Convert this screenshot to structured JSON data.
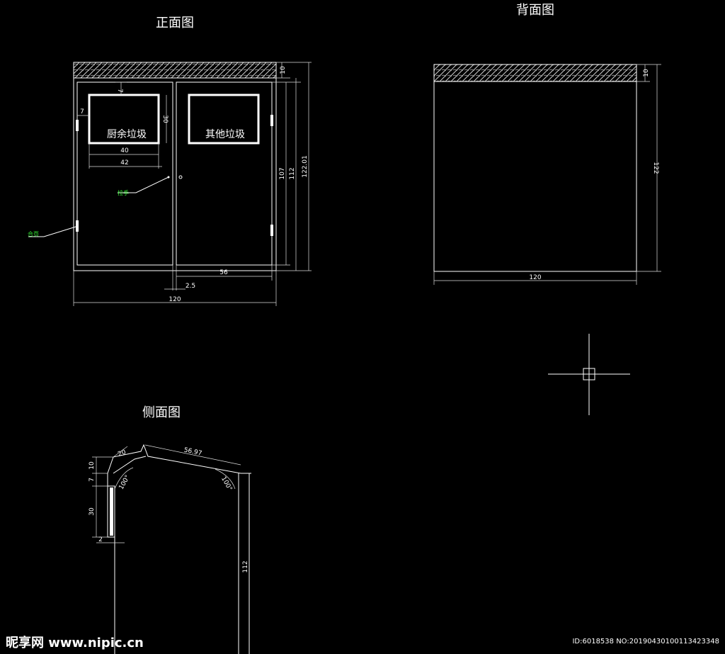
{
  "front": {
    "title": "正面图",
    "left_door_label": "厨余垃圾",
    "right_door_label": "其他垃圾",
    "note_handle": "拉手",
    "note_hinge": "合页",
    "dim_7_top": "7",
    "dim_7_side": "7",
    "dim_30": "30",
    "dim_40": "40",
    "dim_42": "42",
    "dim_10": "10",
    "dim_107": "107",
    "dim_112": "112",
    "dim_122": "122.01",
    "dim_56": "56",
    "dim_25": "2.5",
    "dim_120": "120"
  },
  "back": {
    "title": "背面图",
    "dim_10": "10",
    "dim_122": "122",
    "dim_120": "120"
  },
  "side": {
    "title": "侧面图",
    "dim_10": "10",
    "dim_7": "7",
    "dim_30": "30",
    "dim_2": "2",
    "dim_20": "20",
    "dim_5697": "56.97",
    "dim_angle_left": "100°",
    "dim_angle_right": "100°",
    "dim_112": "112"
  },
  "watermark": {
    "logo": "昵享网 www.nipic.cn",
    "id_text": "ID:6018538 NO:20190430100113423348"
  }
}
